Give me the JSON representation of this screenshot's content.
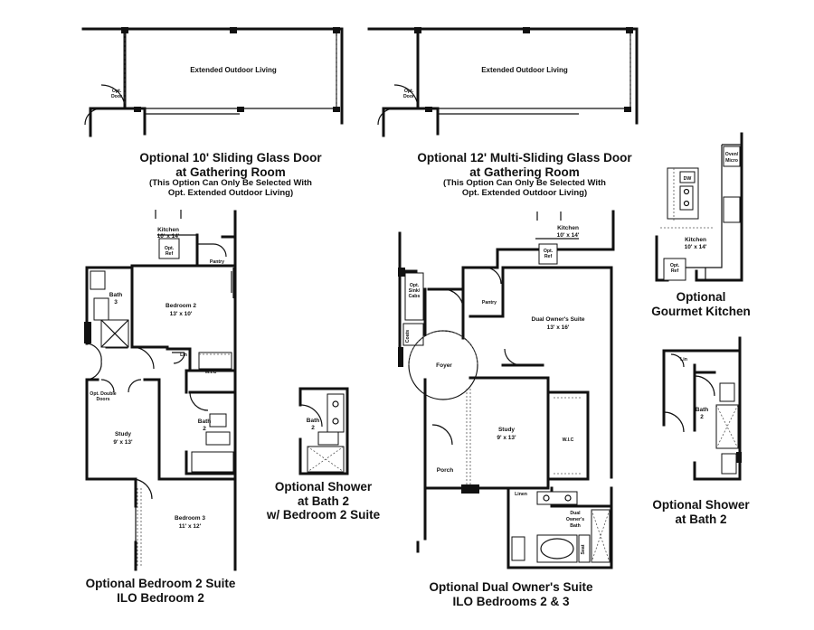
{
  "captions": {
    "sliding_door": {
      "line1": "Optional 10' Sliding Glass Door",
      "line2": "at Gathering Room",
      "note1": "(This Option Can Only Be Selected With",
      "note2": "Opt. Extended Outdoor Living)"
    },
    "multi_sliding_door": {
      "line1": "Optional 12' Multi-Sliding Glass Door",
      "line2": "at Gathering Room",
      "note1": "(This Option Can Only Be Selected With",
      "note2": "Opt. Extended Outdoor Living)"
    },
    "gourmet_kitchen": {
      "line1": "Optional",
      "line2": "Gourmet Kitchen"
    },
    "bedroom2_suite": {
      "line1": "Optional Bedroom 2 Suite",
      "line2": "ILO Bedroom 2"
    },
    "shower_bath2_suite": {
      "line1": "Optional Shower",
      "line2": "at Bath 2",
      "line3": "w/ Bedroom 2 Suite"
    },
    "dual_owners_suite": {
      "line1": "Optional Dual Owner's Suite",
      "line2": "ILO Bedrooms 2 & 3"
    },
    "shower_bath2": {
      "line1": "Optional Shower",
      "line2": "at Bath 2"
    }
  },
  "labels": {
    "extended_outdoor_living": "Extended Outdoor Living",
    "opt": "Opt.",
    "door": "Door",
    "kitchen": "Kitchen",
    "kitchen_dim": "10' x 14'",
    "ref": "Ref",
    "pantry": "Pantry",
    "bath": "Bath",
    "bath3_num": "3",
    "bath2_num": "2",
    "bedroom2": "Bedroom 2",
    "bedroom2_dim": "13' x 10'",
    "lin": "Lin",
    "wic": "W.I.C",
    "opt_double": "Opt. Double",
    "doors": "Doors",
    "study": "Study",
    "study_dim": "9' x 13'",
    "bedroom3": "Bedroom 3",
    "bedroom3_dim": "11' x 12'",
    "oven": "Oven/",
    "micro": "Micro",
    "dw": "DW",
    "sink": "Sink/",
    "cabs": "Cabs",
    "coats": "Coats",
    "foyer": "Foyer",
    "dual_owners_suite": "Dual Owner's Suite",
    "dual_owners_suite_dim": "13' x 16'",
    "porch": "Porch",
    "linen": "Linen",
    "dual": "Dual",
    "owners": "Owner's",
    "bath_word": "Bath",
    "seat": "Seat"
  }
}
